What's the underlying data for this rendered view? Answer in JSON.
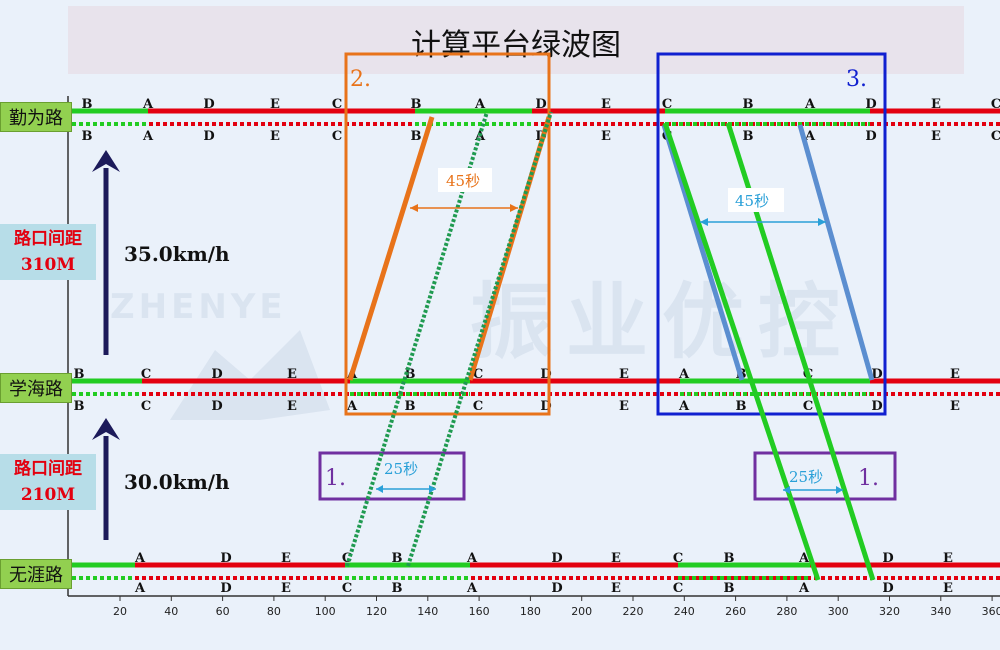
{
  "title": "计算平台绿波图",
  "roads": [
    {
      "name": "勤为路"
    },
    {
      "name": "学海路"
    },
    {
      "name": "无涯路"
    }
  ],
  "segments": [
    {
      "distance_label": "路口间距",
      "distance_value": "310M",
      "speed": "35.0km/h"
    },
    {
      "distance_label": "路口间距",
      "distance_value": "210M",
      "speed": "30.0km/h"
    }
  ],
  "x_ticks": [
    "20",
    "40",
    "60",
    "80",
    "100",
    "120",
    "140",
    "160",
    "180",
    "200",
    "220",
    "240",
    "260",
    "280",
    "300",
    "320",
    "340",
    "360"
  ],
  "signal_phases": {
    "qinwei": [
      "B",
      "A",
      "D",
      "E",
      "C",
      "B",
      "A",
      "D",
      "E",
      "C",
      "B",
      "A",
      "D",
      "E",
      "C"
    ],
    "xuehai": [
      "B",
      "C",
      "D",
      "E",
      "A",
      "B",
      "C",
      "D",
      "E",
      "A",
      "B",
      "C",
      "D",
      "E"
    ],
    "wuya": [
      "A",
      "D",
      "E",
      "C",
      "B",
      "A",
      "D",
      "E",
      "C",
      "B",
      "A",
      "D",
      "E"
    ]
  },
  "annotations": {
    "box2_label": "2.",
    "box3_label": "3.",
    "band1_left_label": "1.",
    "band1_right_label": "1.",
    "gap_45_left": "45秒",
    "gap_45_right": "45秒",
    "gap_25_left": "25秒",
    "gap_25_right": "25秒"
  },
  "watermark": {
    "cn": "振业优控",
    "en": "ZHENYE"
  },
  "colors": {
    "red": "#e3000f",
    "green": "#22cc22",
    "dark_green": "#1f9a50",
    "orange": "#e8731a",
    "blue_box": "#1020d0",
    "steel_blue": "#5b8ed0",
    "purple": "#7030a0",
    "road_label_bg": "#92d050",
    "dist_bg": "#b7dde8"
  }
}
